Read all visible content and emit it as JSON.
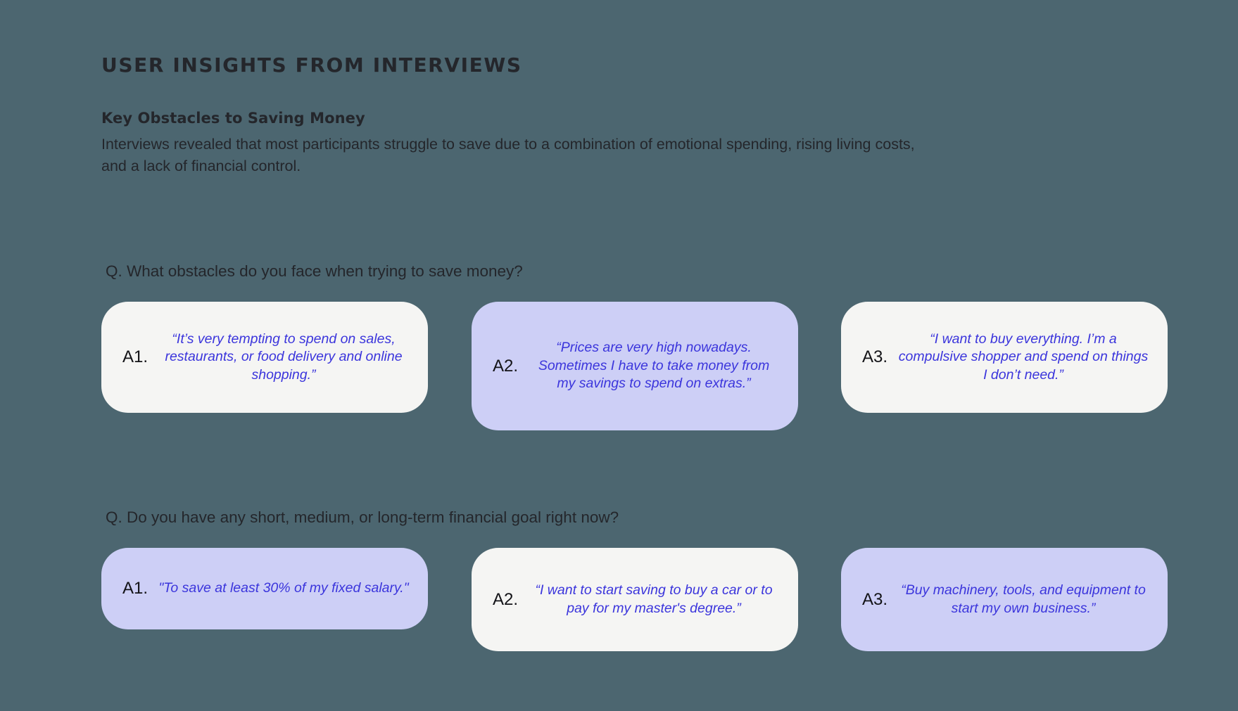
{
  "header": {
    "deck_title": "USER INSIGHTS FROM INTERVIEWS",
    "section_heading": "Key Obstacles to Saving Money",
    "section_body": "Interviews revealed that most participants struggle to save due to a combination of emotional spending, rising living costs, and a lack of financial control."
  },
  "colors": {
    "background": "#4C6670",
    "card_light": "#F5F5F3",
    "card_violet": "#CDCFF6",
    "quote_text": "#3B35DC",
    "heading_text": "#24262B"
  },
  "qa_groups": [
    {
      "question": "Q. What obstacles do you face when trying to save money?",
      "answers": [
        {
          "label": "A1.",
          "quote": "“It’s very tempting to spend on sales, restaurants, or food delivery and online shopping.”",
          "theme": "light"
        },
        {
          "label": "A2.",
          "quote": "“Prices are very high nowadays. Sometimes I have to take money from my savings to spend on extras.”",
          "theme": "violet"
        },
        {
          "label": "A3.",
          "quote": "“I want to buy everything. I’m a compulsive shopper and spend on things I don’t need.”",
          "theme": "light"
        }
      ]
    },
    {
      "question": "Q. Do you have any short, medium, or long-term financial goal right now?",
      "answers": [
        {
          "label": "A1.",
          "quote": "\"To save at least 30% of my fixed salary.\"",
          "theme": "violet"
        },
        {
          "label": "A2.",
          "quote": "“I want to start saving to buy a car or to pay for my master's degree.”",
          "theme": "light"
        },
        {
          "label": "A3.",
          "quote": "“Buy machinery, tools, and equipment to start my own business.”",
          "theme": "violet"
        }
      ]
    }
  ]
}
